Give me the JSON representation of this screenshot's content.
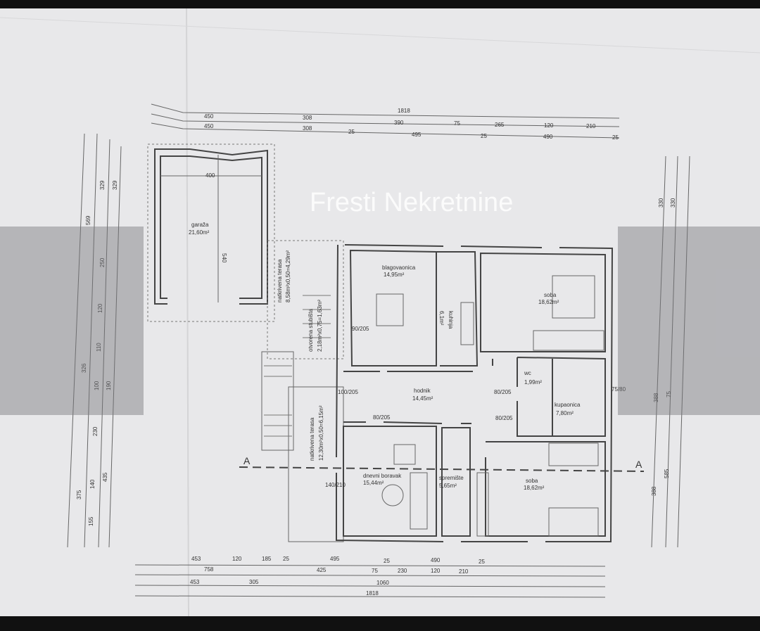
{
  "watermark": "Fresti Nekretnine",
  "section_marker": "A",
  "rooms": {
    "garage": {
      "name": "garaža",
      "area": "21,60m²",
      "width": "400",
      "depth": "540"
    },
    "dining": {
      "name": "blagovaonica",
      "area": "14,95m²"
    },
    "kitchen": {
      "name": "kuhinja",
      "area": "6,1m²"
    },
    "bedroom1": {
      "name": "soba",
      "area": "18,62m²"
    },
    "hallway": {
      "name": "hodnik",
      "area": "14,45m²"
    },
    "wc": {
      "name": "wc",
      "area": "1,99m²"
    },
    "bathroom": {
      "name": "kupaonica",
      "area": "7,80m²"
    },
    "living": {
      "name": "dnevni boravak",
      "area": "15,44m²"
    },
    "storage": {
      "name": "spremište",
      "area": "5,65m²"
    },
    "bedroom2": {
      "name": "soba",
      "area": "18,62m²"
    },
    "terrace1": {
      "name": "natkrivena terasa",
      "area": "8,58m²x0,50=4,29m²"
    },
    "stairs": {
      "name": "otvorena stubišta",
      "area": "2,18m²x0,75=1,63m²"
    },
    "terrace2": {
      "name": "natkrivena terasa",
      "area": "12,30m²x0,50=6,15m²"
    }
  },
  "dims_top": {
    "row1": [
      "1818"
    ],
    "row2": [
      "450",
      "308",
      "390",
      "75",
      "265",
      "120",
      "210"
    ],
    "row3": [
      "450",
      "308",
      "25",
      "495",
      "25",
      "490",
      "25"
    ]
  },
  "dims_bottom": {
    "row1": [
      "453",
      "120",
      "185",
      "25",
      "495",
      "25",
      "490",
      "25"
    ],
    "row2": [
      "758",
      "425",
      "75",
      "230",
      "120",
      "210"
    ],
    "row3": [
      "453",
      "305",
      "1060"
    ],
    "row4": [
      "1818"
    ]
  },
  "dims_left": [
    "569",
    "329",
    "329",
    "250",
    "120",
    "110",
    "326",
    "100",
    "190",
    "230",
    "140",
    "375",
    "435",
    "155"
  ],
  "dims_right": [
    "330",
    "330",
    "388",
    "75",
    "388",
    "585"
  ],
  "door_labels": [
    "100/205",
    "140/210",
    "80/205",
    "80/205",
    "80/205",
    "90/205",
    "75/80"
  ]
}
